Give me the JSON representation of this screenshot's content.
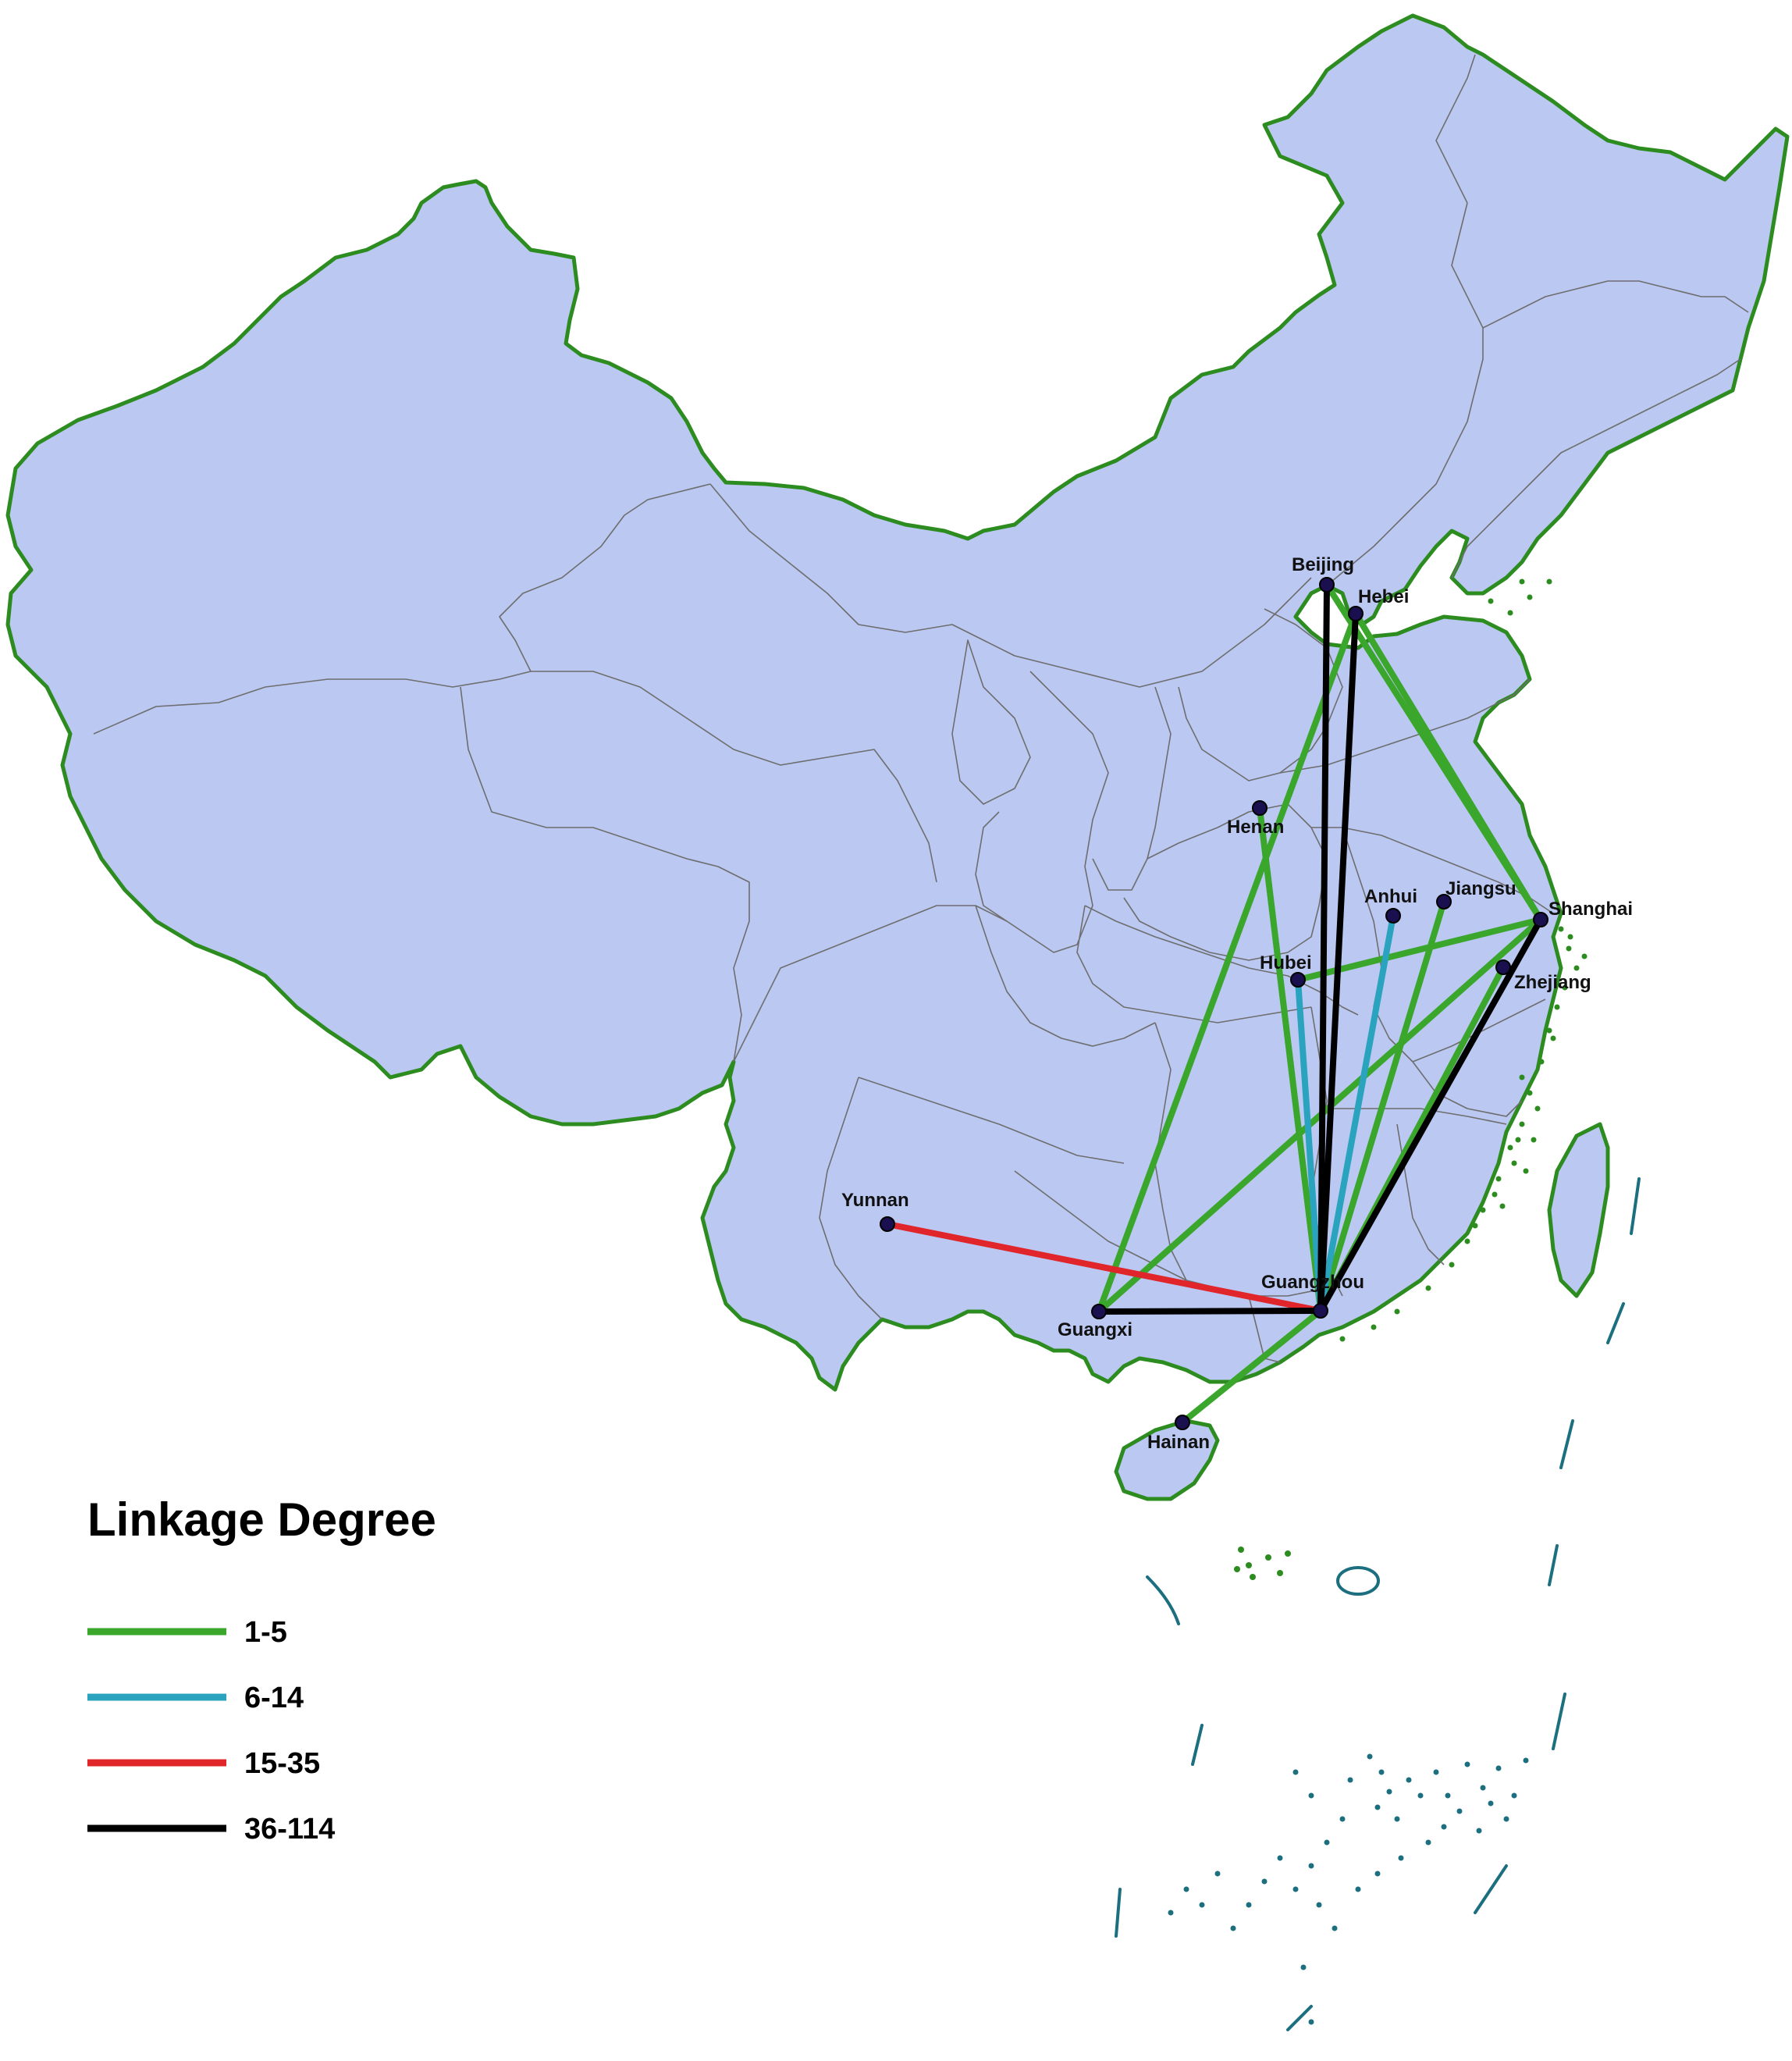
{
  "map": {
    "land_color": "#bac8f2",
    "border_color": "#2c8c1f",
    "province_line_color": "#6e6e6e",
    "island_color": "#1b6f7f",
    "node_color": "#1a0f4f"
  },
  "legend": {
    "title": "Linkage Degree",
    "items": [
      {
        "key": "c1",
        "label": "1-5",
        "color": "#3aa62c"
      },
      {
        "key": "c2",
        "label": "6-14",
        "color": "#2aa3bf"
      },
      {
        "key": "c3",
        "label": "15-35",
        "color": "#e0262a"
      },
      {
        "key": "c4",
        "label": "36-114",
        "color": "#000000"
      }
    ]
  },
  "nodes": [
    {
      "id": "beijing",
      "label": "Beijing"
    },
    {
      "id": "hebei",
      "label": "Hebei"
    },
    {
      "id": "henan",
      "label": "Henan"
    },
    {
      "id": "anhui",
      "label": "Anhui"
    },
    {
      "id": "jiangsu",
      "label": "Jiangsu"
    },
    {
      "id": "shanghai",
      "label": "Shanghai"
    },
    {
      "id": "hubei",
      "label": "Hubei"
    },
    {
      "id": "zhejiang",
      "label": "Zhejiang"
    },
    {
      "id": "yunnan",
      "label": "Yunnan"
    },
    {
      "id": "guangzhou",
      "label": "Guangzhou"
    },
    {
      "id": "guangxi",
      "label": "Guangxi"
    },
    {
      "id": "hainan",
      "label": "Hainan"
    }
  ],
  "links": [
    {
      "from": "hebei",
      "to": "shanghai",
      "class": "c1"
    },
    {
      "from": "beijing",
      "to": "shanghai",
      "class": "c1"
    },
    {
      "from": "hebei",
      "to": "guangxi",
      "class": "c1"
    },
    {
      "from": "henan",
      "to": "guangzhou",
      "class": "c1"
    },
    {
      "from": "shanghai",
      "to": "hubei",
      "class": "c1"
    },
    {
      "from": "shanghai",
      "to": "guangxi",
      "class": "c1"
    },
    {
      "from": "jiangsu",
      "to": "guangzhou",
      "class": "c1"
    },
    {
      "from": "zhejiang",
      "to": "guangzhou",
      "class": "c1"
    },
    {
      "from": "guangzhou",
      "to": "hainan",
      "class": "c1"
    },
    {
      "from": "hubei",
      "to": "guangzhou",
      "class": "c2"
    },
    {
      "from": "anhui",
      "to": "guangzhou",
      "class": "c2"
    },
    {
      "from": "yunnan",
      "to": "guangzhou",
      "class": "c3"
    },
    {
      "from": "beijing",
      "to": "guangzhou",
      "class": "c4"
    },
    {
      "from": "hebei",
      "to": "guangzhou",
      "class": "c4"
    },
    {
      "from": "shanghai",
      "to": "guangzhou",
      "class": "c4"
    },
    {
      "from": "guangxi",
      "to": "guangzhou",
      "class": "c4"
    }
  ]
}
